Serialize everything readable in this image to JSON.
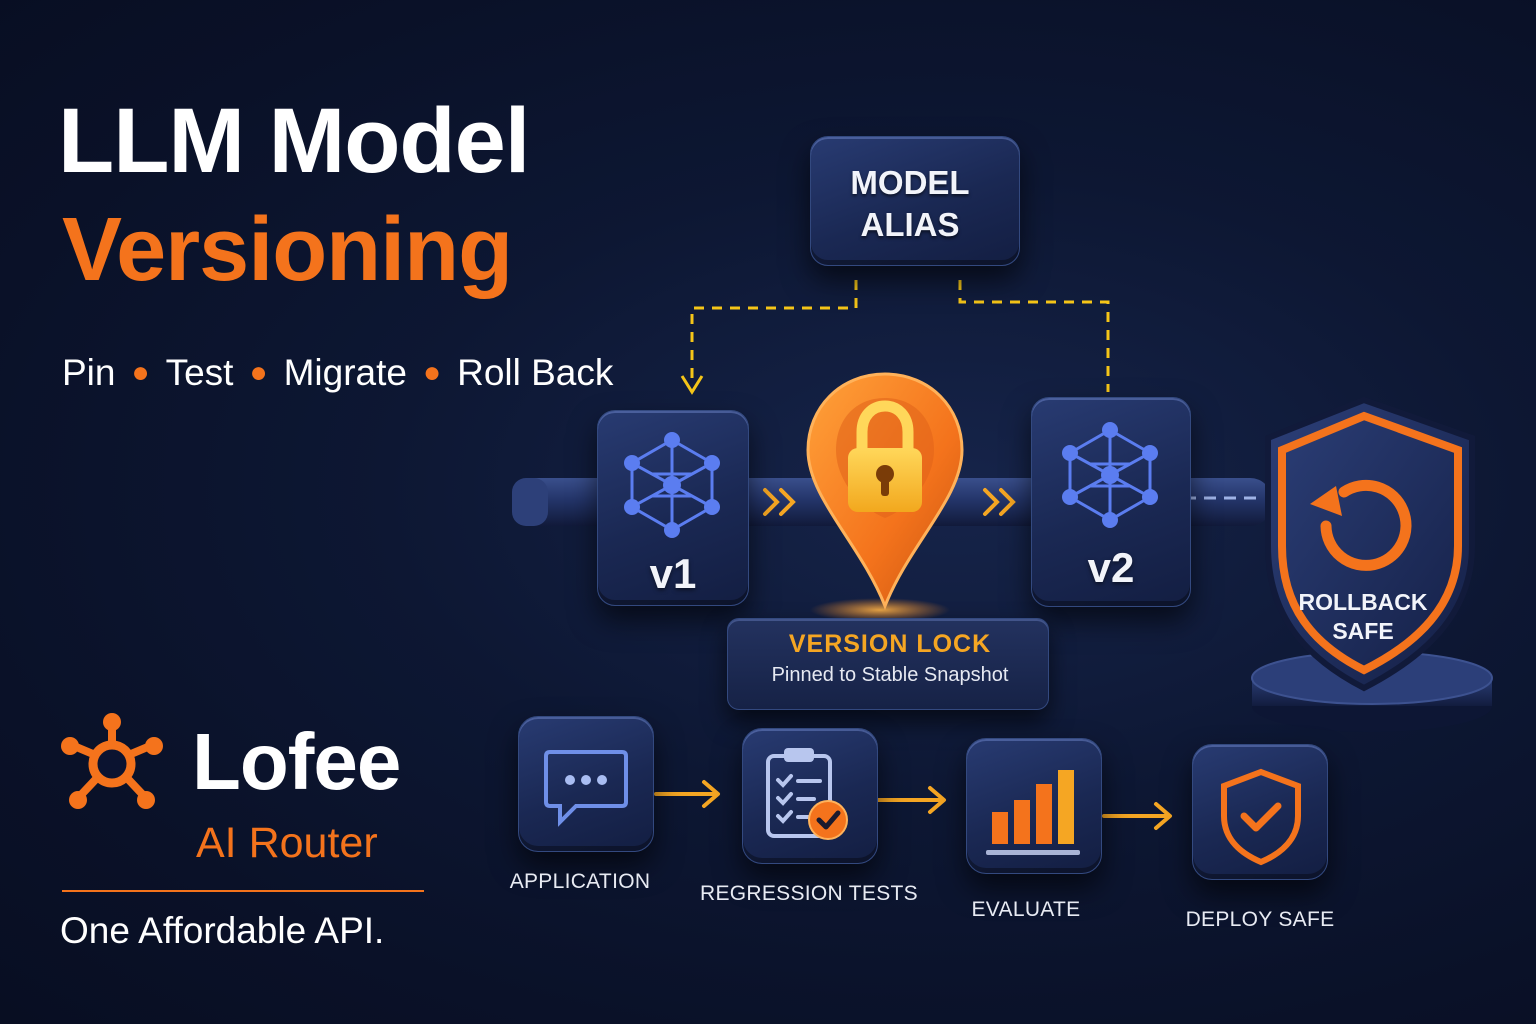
{
  "title": {
    "line1": "LLM Model",
    "line2": "Versioning"
  },
  "tagline": {
    "items": [
      "Pin",
      "Test",
      "Migrate",
      "Roll Back"
    ]
  },
  "diagram": {
    "alias": {
      "line1": "MODEL",
      "line2": "ALIAS"
    },
    "v1": "v1",
    "v2": "v2",
    "lock": {
      "title": "VERSION LOCK",
      "subtitle": "Pinned to Stable Snapshot"
    },
    "rollback": {
      "line1": "ROLLBACK",
      "line2": "SAFE"
    }
  },
  "flow": {
    "steps": [
      {
        "label": "APPLICATION",
        "icon": "chat-bubble-icon"
      },
      {
        "label": "REGRESSION TESTS",
        "icon": "checklist-clipboard-icon"
      },
      {
        "label": "EVALUATE",
        "icon": "bar-chart-icon"
      },
      {
        "label": "DEPLOY SAFE",
        "icon": "shield-check-icon"
      }
    ]
  },
  "brand": {
    "name": "Lofee",
    "product": "AI Router",
    "tagline": "One Affordable API."
  },
  "colors": {
    "accent": "#f4731c",
    "gold": "#f5a623",
    "background": "#0a1128",
    "tile": "#1a2853",
    "node": "#5b7df0"
  }
}
